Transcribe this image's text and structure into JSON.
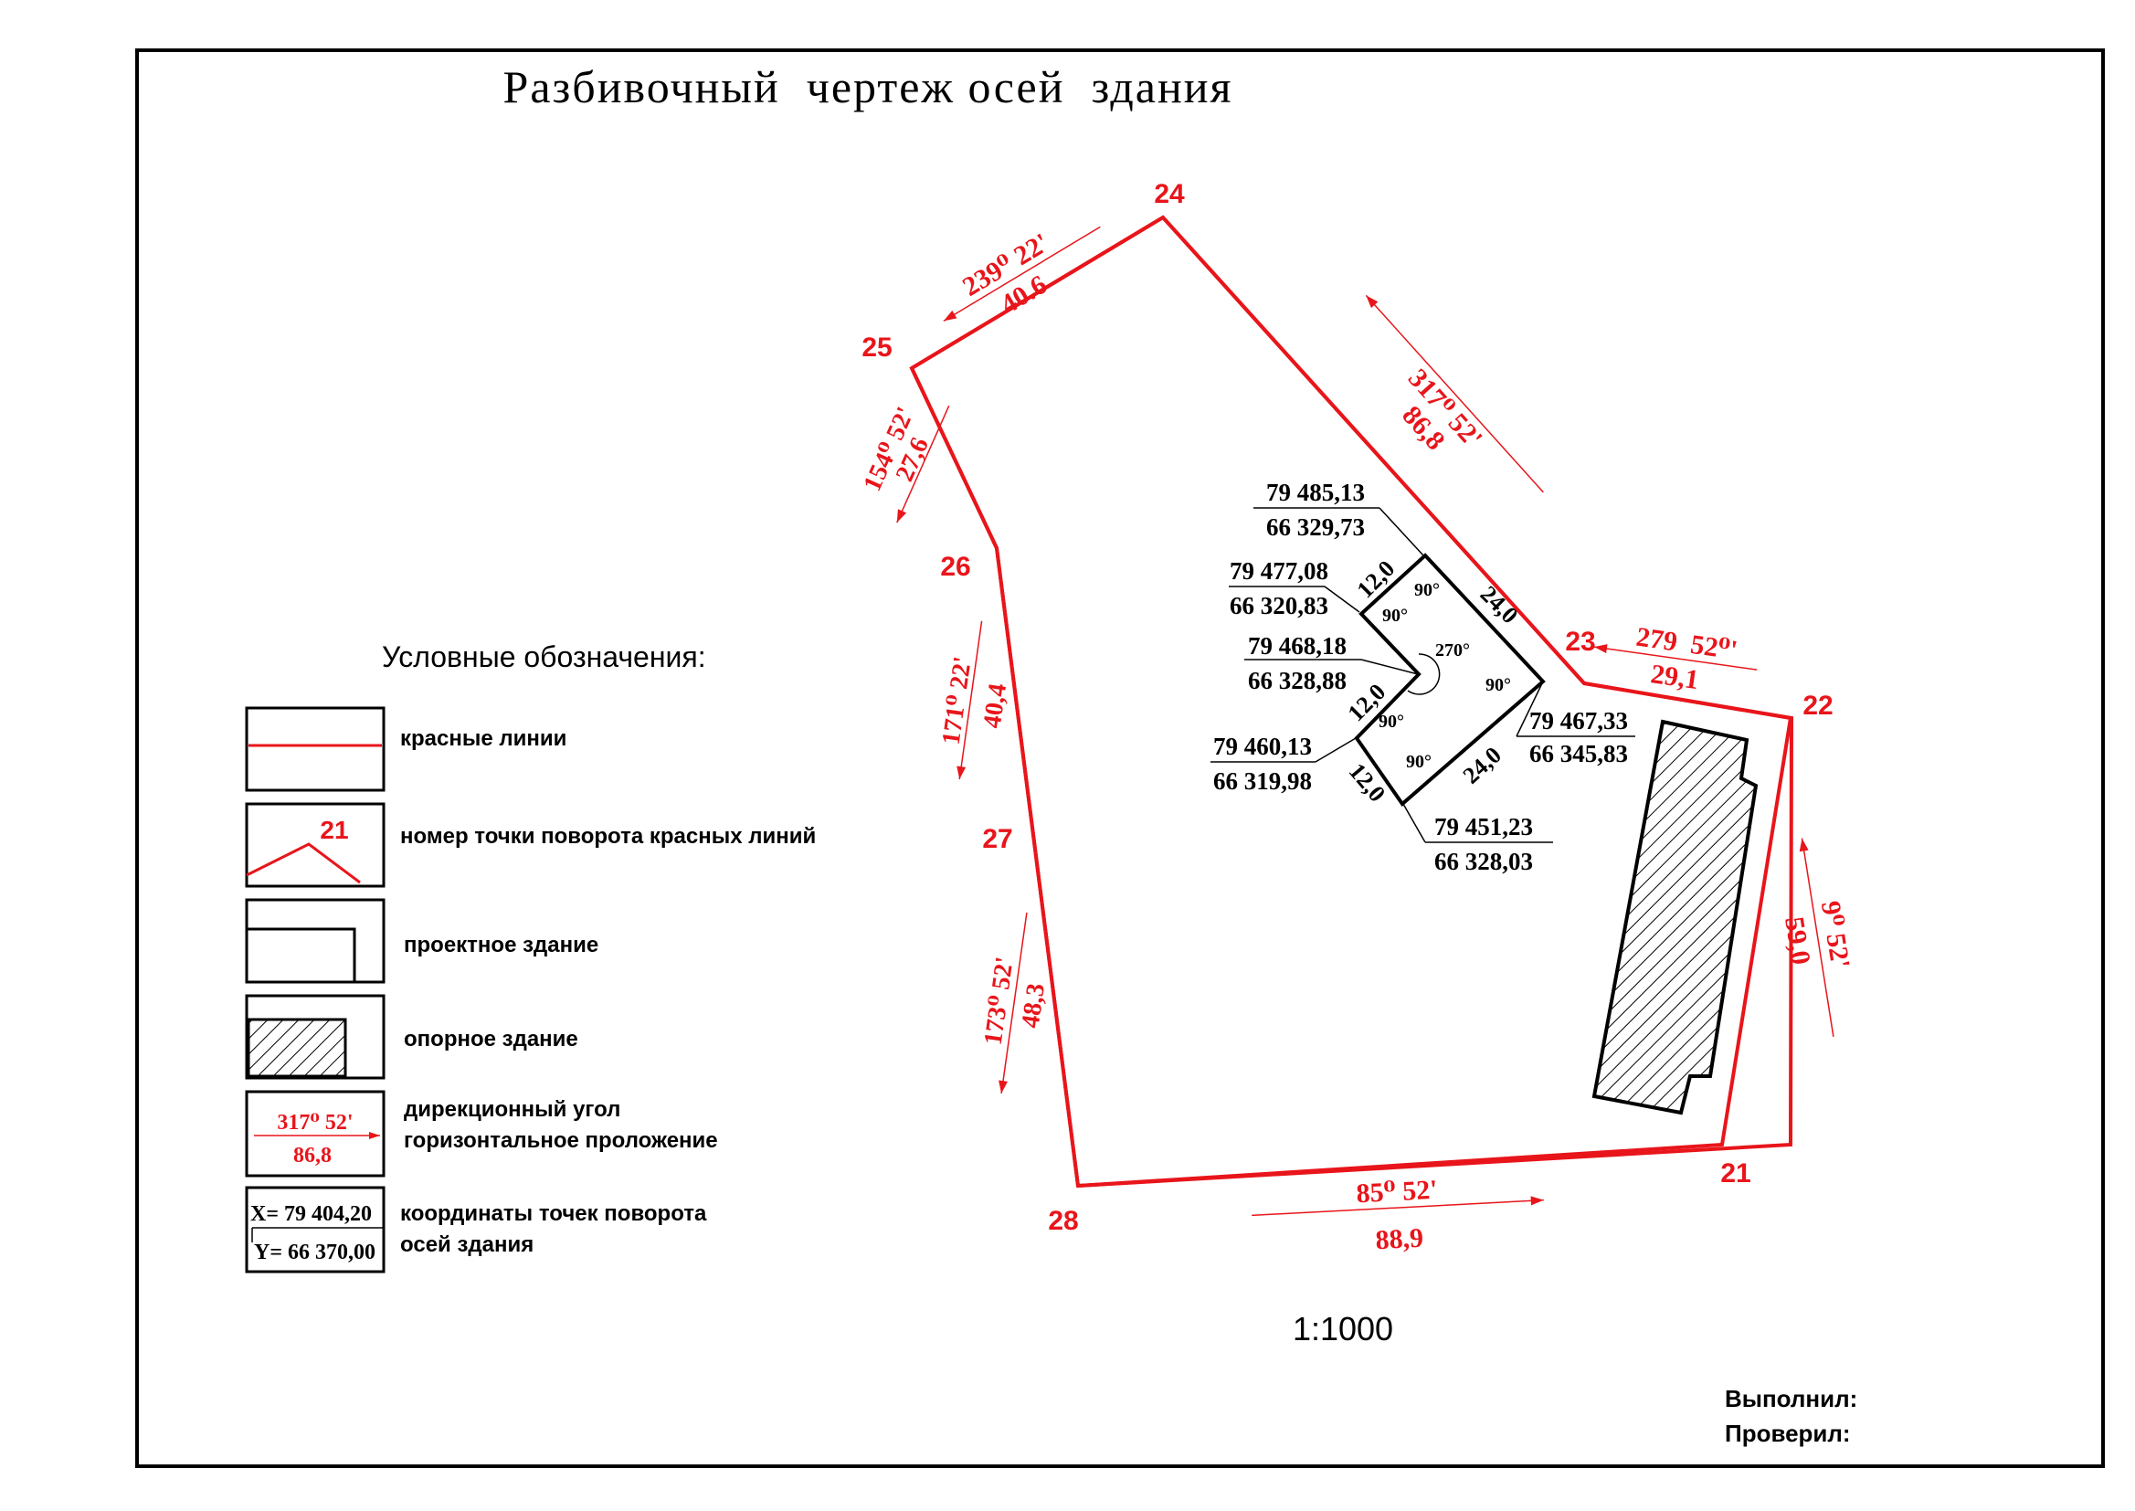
{
  "title": "Разбивочный  чертеж осей  здания",
  "scale": "1:1000",
  "signatures": {
    "performed": "Выполнил:",
    "checked": "Проверил:"
  },
  "colors": {
    "red_line": "#e8151b",
    "ink": "#000000"
  },
  "red_line_points": [
    "21",
    "22",
    "23",
    "24",
    "25",
    "26",
    "27",
    "28"
  ],
  "segments": {
    "s24_25": {
      "angle": "239⁰ 22'",
      "length": "40.6"
    },
    "s23_24": {
      "angle": "317⁰ 52'",
      "length": "86,8"
    },
    "s25_26": {
      "angle": "154⁰ 52'",
      "length": "27,6"
    },
    "s26_27": {
      "angle": "171⁰ 22'",
      "length": "40,4"
    },
    "s22_23": {
      "angle": "279  52⁰'",
      "length": "29,1"
    },
    "s21_22": {
      "angle": "9⁰ 52'",
      "length": "59,0"
    },
    "s27_28": {
      "angle": "173⁰ 52'",
      "length": "48,3"
    },
    "s28_21": {
      "angle": "85⁰ 52'",
      "length": "88,9"
    }
  },
  "building": {
    "dims": [
      "12,0",
      "24,0",
      "12,0",
      "12,0",
      "24,0"
    ],
    "angles": [
      "90°",
      "90°",
      "270°",
      "90°",
      "90°",
      "90°"
    ],
    "coordinates": [
      {
        "x": "79 485,13",
        "y": "66 329,73"
      },
      {
        "x": "79 477,08",
        "y": "66 320,83"
      },
      {
        "x": "79 468,18",
        "y": "66 328,88"
      },
      {
        "x": "79 460,13",
        "y": "66 319,98"
      },
      {
        "x": "79 467,33",
        "y": "66 345,83"
      },
      {
        "x": "79 451,23",
        "y": "66 328,03"
      }
    ]
  },
  "legend": {
    "title": "Условные обозначения:",
    "items": [
      {
        "icon": "red-line-icon",
        "label": "красные линии"
      },
      {
        "icon": "turn-point-icon",
        "label": "номер точки поворота красных линий",
        "sample_number": "21"
      },
      {
        "icon": "project-building-icon",
        "label": "проектное здание"
      },
      {
        "icon": "reference-building-icon",
        "label": "опорное здание"
      },
      {
        "icon": "bearing-icon",
        "label_line1": "дирекционный угол",
        "label_line2": "горизонтальное проложение",
        "sample_angle": "317⁰ 52'",
        "sample_length": "86,8"
      },
      {
        "icon": "coordinates-icon",
        "label_line1": "координаты точек поворота",
        "label_line2": "осей здания",
        "sample_x": "X= 79 404,20",
        "sample_y": "Y= 66 370,00"
      }
    ]
  }
}
